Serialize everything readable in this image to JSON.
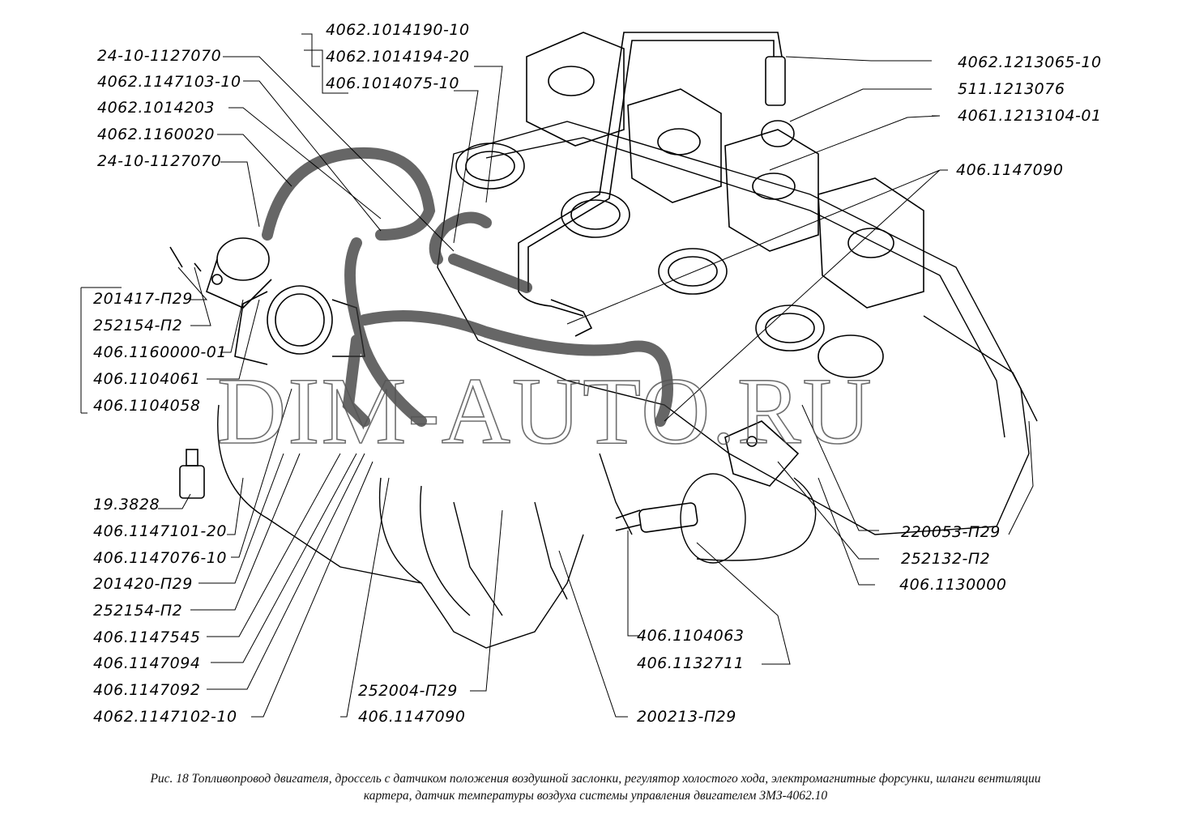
{
  "figure": {
    "caption_line1": "Рис. 18  Топливопровод двигателя, дроссель с датчиком положения воздушной заслонки, регулятор холостого хода, электромагнитные форсунки, шланги вентиляции",
    "caption_line2": "картера, датчик температуры воздуха системы управления двигателем ЗМЗ-4062.10",
    "watermark": "DIM-AUTO.RU"
  },
  "labels": {
    "top_group": [
      "4062.1014190-10",
      "4062.1014194-20",
      "406.1014075-10"
    ],
    "top_left": [
      "24-10-1127070",
      "4062.1147103-10",
      "4062.1014203",
      "4062.1160020",
      "24-10-1127070"
    ],
    "left_middle": [
      "201417-П29",
      "252154-П2",
      "406.1160000-01",
      "406.1104061",
      "406.1104058"
    ],
    "left_bottom": [
      "19.3828",
      "406.1147101-20",
      "406.1147076-10",
      "201420-П29",
      "252154-П2",
      "406.1147545",
      "406.1147094",
      "406.1147092",
      "4062.1147102-10"
    ],
    "right_top": [
      "4062.1213065-10",
      "511.1213076",
      "4061.1213104-01",
      "406.1147090"
    ],
    "right_bottom": [
      "220053-П29",
      "252132-П2",
      "406.1130000"
    ],
    "bottom_center": [
      "406.1104063",
      "406.1132711",
      "252004-П29",
      "406.1147090",
      "200213-П29"
    ]
  }
}
